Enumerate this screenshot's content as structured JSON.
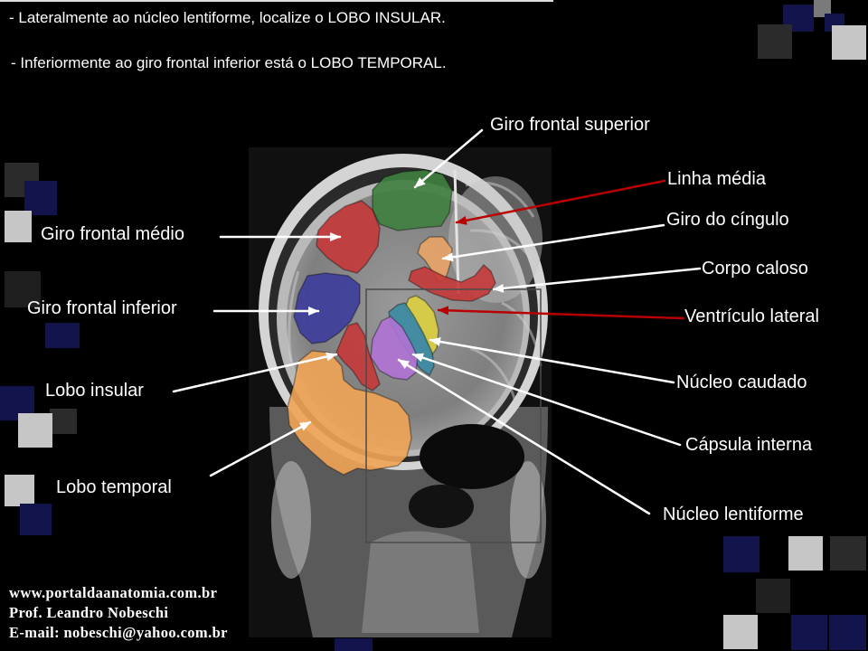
{
  "instructions": {
    "line1": "- Lateralmente ao núcleo lentiforme, localize o LOBO INSULAR.",
    "line2": "- Inferiormente ao giro frontal inferior está o LOBO TEMPORAL."
  },
  "labels": {
    "giro_frontal_superior": "Giro frontal superior",
    "linha_media": "Linha média",
    "giro_do_cingulo": "Giro do cíngulo",
    "giro_frontal_medio": "Giro frontal médio",
    "corpo_caloso": "Corpo caloso",
    "giro_frontal_inferior": "Giro frontal inferior",
    "ventriculo_lateral": "Ventrículo lateral",
    "lobo_insular": "Lobo insular",
    "nucleo_caudado": "Núcleo caudado",
    "capsula_interna": "Cápsula interna",
    "lobo_temporal": "Lobo temporal",
    "nucleo_lentiforme": "Núcleo lentiforme"
  },
  "credits": {
    "website": "www.portaldaanatomia.com.br",
    "author": "Prof. Leandro Nobeschi",
    "email": "E-mail: nobeschi@yahoo.com.br"
  },
  "colors": {
    "arrow_white": "#ffffff",
    "arrow_red": "#b80000",
    "green": "#3f7f3f",
    "red": "#c43838",
    "orange_light": "#e9a366",
    "blue": "#3c3c9c",
    "yellow": "#ddd040",
    "teal": "#3b8ba3",
    "purple": "#b072d4",
    "orange": "#f0a455"
  }
}
